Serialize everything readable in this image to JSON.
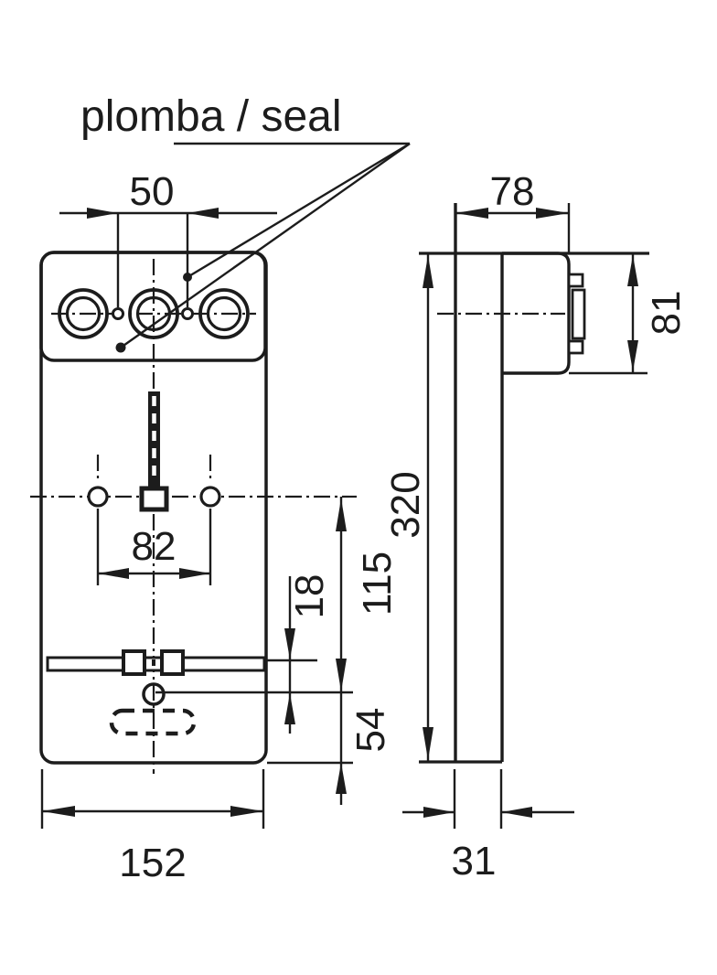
{
  "drawing": {
    "label": {
      "seal": "plomba / seal"
    },
    "front_view": {
      "dims": {
        "seal_spacing": "50",
        "hole_spacing": "82",
        "offset_115": "115",
        "offset_18": "18",
        "offset_54": "54",
        "width": "152"
      }
    },
    "side_view": {
      "dims": {
        "depth": "78",
        "head_height": "81",
        "height": "320",
        "thickness": "31"
      }
    },
    "colors": {
      "line": "#1c1c1c",
      "background": "#ffffff"
    }
  }
}
